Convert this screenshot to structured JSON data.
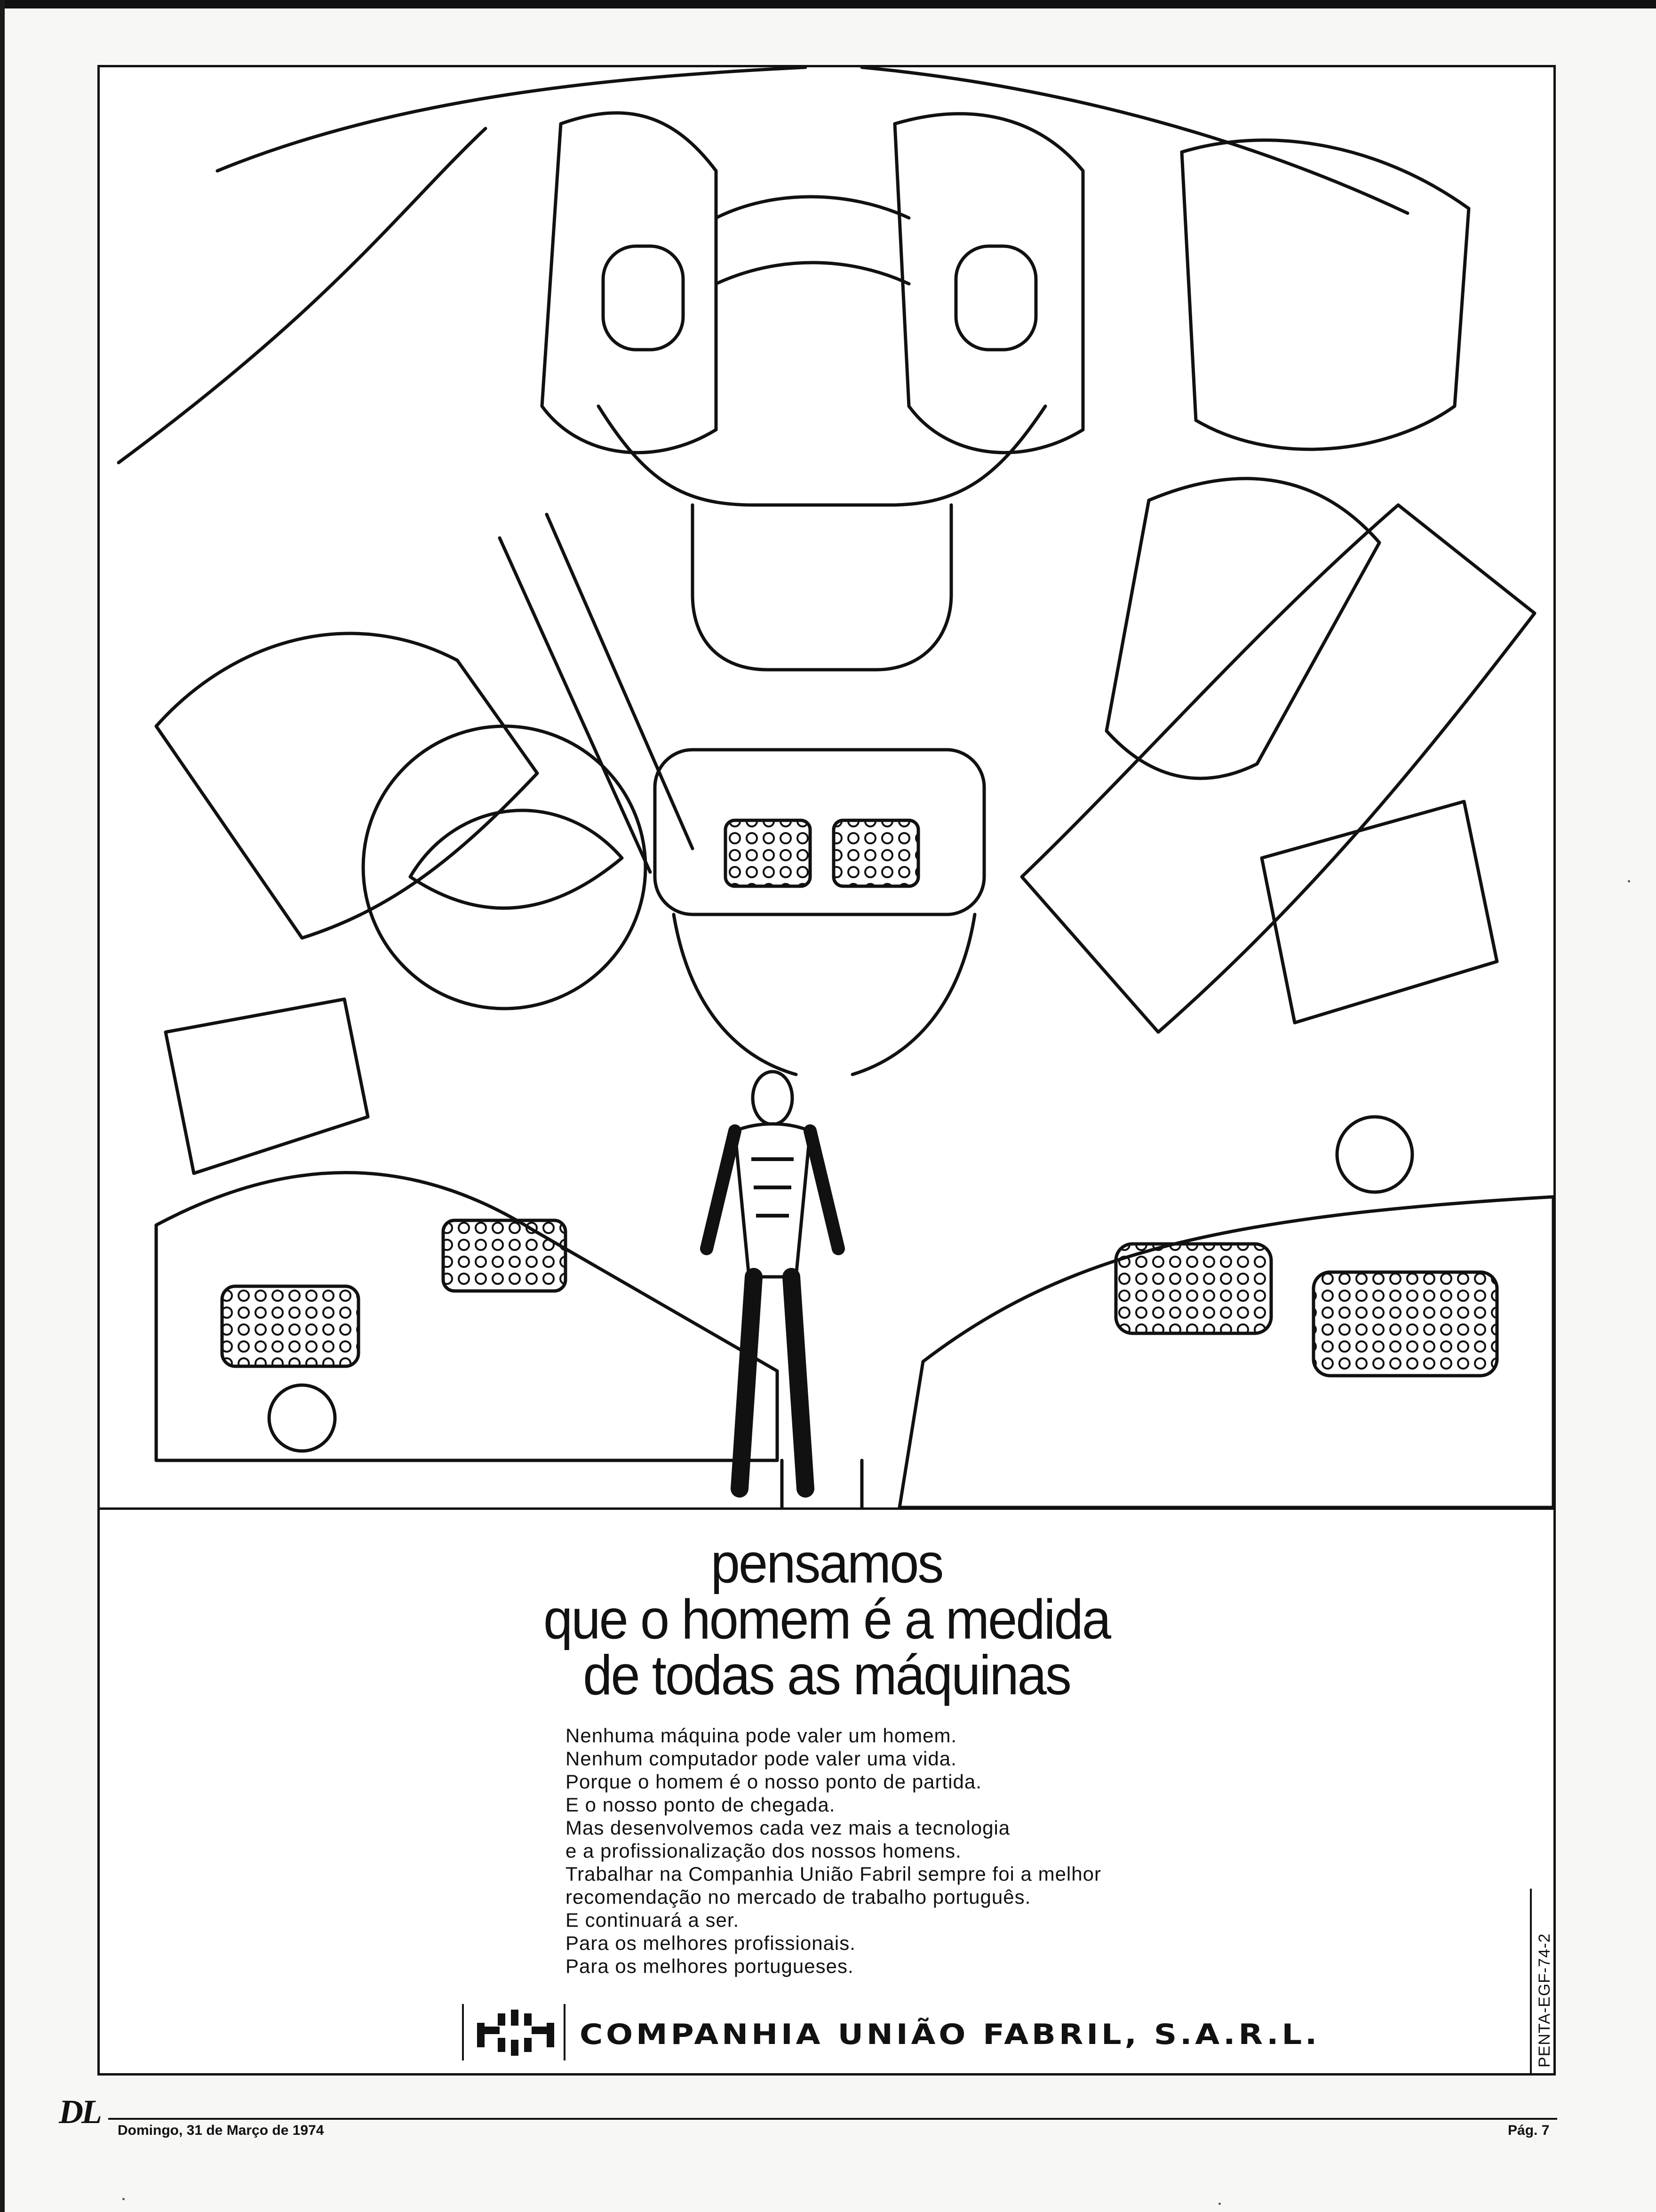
{
  "advertisement": {
    "headline_lines": [
      "pensamos",
      "que o homem é a medida",
      "de todas as máquinas"
    ],
    "body_lines": [
      "Nenhuma máquina pode valer um homem.",
      "Nenhum computador pode valer uma vida.",
      "Porque o homem é o nosso ponto de partida.",
      "E o nosso ponto de chegada.",
      "Mas desenvolvemos cada vez mais a tecnologia",
      "e a profissionalização dos nossos homens.",
      "Trabalhar na Companhia União Fabril sempre foi a melhor",
      "recomendação no mercado de trabalho português.",
      "E continuará a ser.",
      "Para os melhores profissionais.",
      "Para os melhores portugueses."
    ],
    "company_name": "COMPANHIA UNIÃO FABRIL, S.A.R.L.",
    "print_code": "PENTA-EGF-74-2",
    "illustration": "man standing among stylized machines"
  },
  "footer": {
    "newspaper_logo": "DL",
    "date": "Domingo, 31 de Março de 1974",
    "page": "Pág. 7"
  },
  "colors": {
    "ink": "#111111",
    "paper": "#ffffff",
    "page_tint": "#f7f7f5"
  },
  "icons": [
    "cuf-logo-icon",
    "human-figure-icon",
    "machinery-icon"
  ]
}
